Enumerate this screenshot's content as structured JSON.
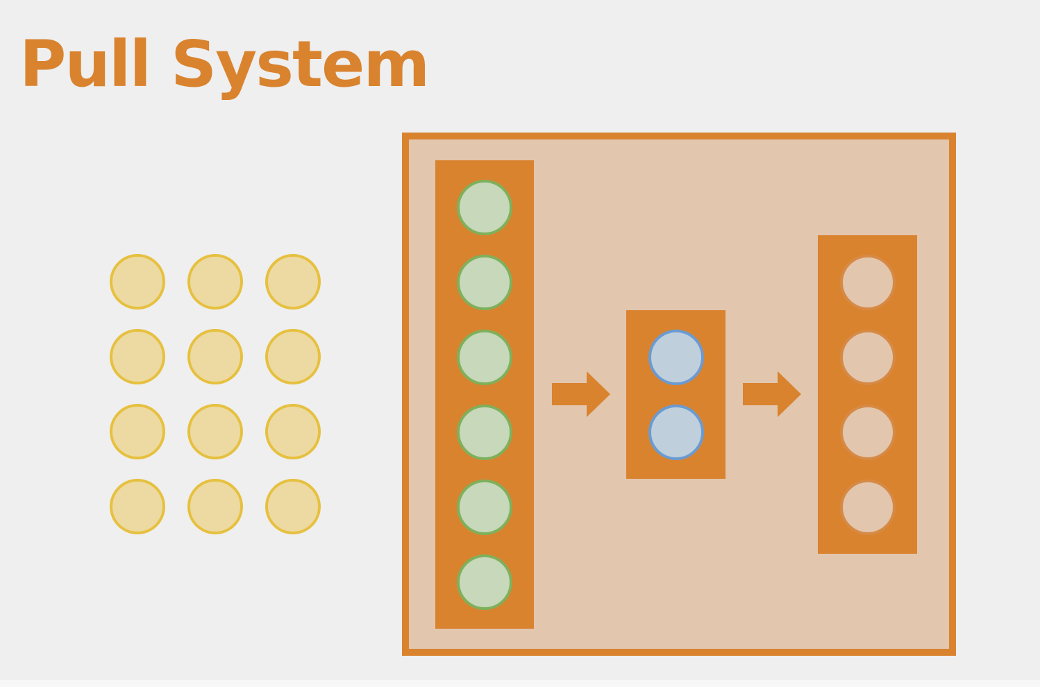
{
  "title": "Pull System",
  "colors": {
    "background": "#efefef",
    "accent": "#d9832f",
    "system_fill": "#e2c6ae",
    "token_fill": "#eddaa2",
    "token_border": "#e6c03f",
    "green_fill": "#c7d8bb",
    "green_border": "#7fb05b",
    "blue_fill": "#bfcfdc",
    "blue_border": "#6a9bd2",
    "empty_fill": "#e2c6ae",
    "bottom_strip": "#f7f7f7"
  },
  "diagram": {
    "waiting_pool": {
      "rows": 4,
      "cols": 3
    },
    "stages": [
      {
        "name": "input-stage",
        "items": 6,
        "filled": true,
        "color": "green"
      },
      {
        "name": "processing-stage",
        "items": 2,
        "filled": true,
        "color": "blue"
      },
      {
        "name": "output-stage",
        "items": 4,
        "filled": false,
        "color": "empty"
      }
    ],
    "arrows": 2
  }
}
